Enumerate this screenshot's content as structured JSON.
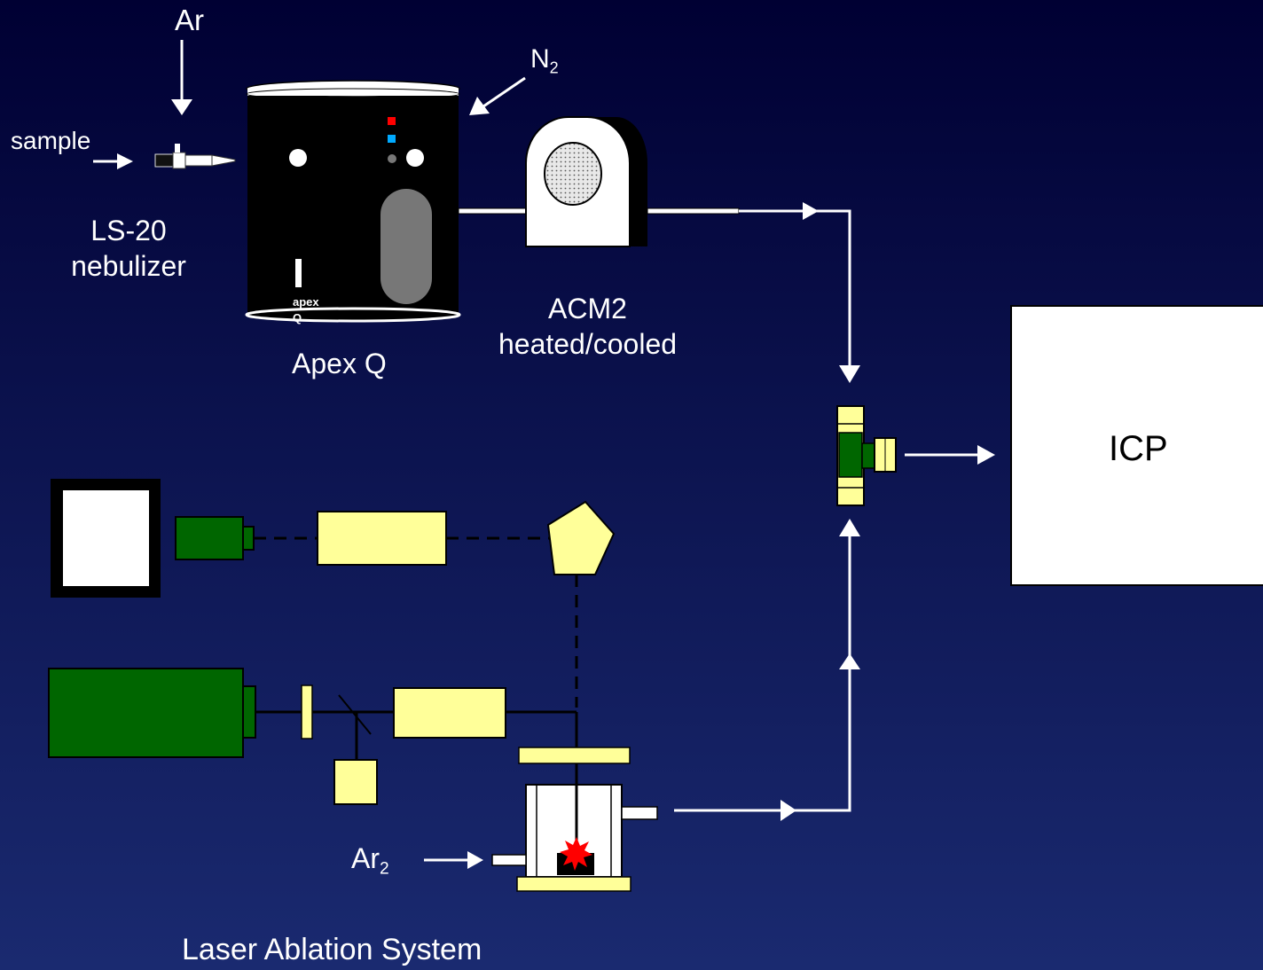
{
  "labels": {
    "ar_top": "Ar",
    "n2_main": "N",
    "n2_sub": "2",
    "sample": "sample",
    "nebulizer_line1": "LS-20",
    "nebulizer_line2": "nebulizer",
    "apex_small_line1": "apex",
    "apex_small_line2": "Q",
    "apex_q": "Apex Q",
    "acm2_line1": "ACM2",
    "acm2_line2": "heated/cooled",
    "icp": "ICP",
    "ar2_main": "Ar",
    "ar2_sub": "2",
    "laser_system": "Laser Ablation System"
  },
  "colors": {
    "background_top": "#000033",
    "background_bottom": "#1a2a70",
    "optic_yellow": "#ffff99",
    "laser_green": "#006600",
    "spark_red": "#ff0000",
    "flow_line": "#ffffff"
  }
}
